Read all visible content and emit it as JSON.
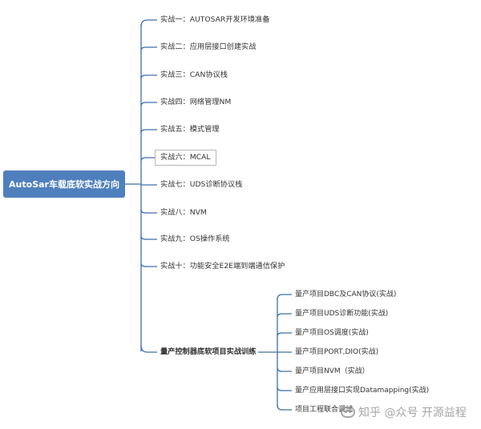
{
  "root": {
    "label": "AutoSar车载底软实战方向"
  },
  "branches": [
    {
      "label": "实战一：AUTOSAR开发环境准备"
    },
    {
      "label": "实战二：应用层接口创建实战"
    },
    {
      "label": "实战三：CAN协议栈"
    },
    {
      "label": "实战四：网络管理NM"
    },
    {
      "label": "实战五：模式管理"
    },
    {
      "label": "实战六：MCAL"
    },
    {
      "label": "实战七：UDS诊断协议栈"
    },
    {
      "label": "实战八：NVM"
    },
    {
      "label": "实战九：OS操作系统"
    },
    {
      "label": "实战十：功能安全E2E端到端通信保护"
    }
  ],
  "training": {
    "label": "量产控制器底软项目实战训练",
    "children": [
      {
        "label": "量产项目DBC及CAN协议(实战)"
      },
      {
        "label": "量产项目UDS诊断功能(实战)"
      },
      {
        "label": "量产项目OS调度(实战)"
      },
      {
        "label": "量产项目PORT,DIO(实战)"
      },
      {
        "label": "量产项目NVM（实战）"
      },
      {
        "label": "量产应用层接口实现Datamapping(实战)"
      },
      {
        "label": "项目工程联合调试"
      }
    ]
  },
  "watermark": {
    "text": "知乎 @众号 开源益程"
  },
  "colors": {
    "root_fill": "#4f7fbd",
    "connector": "#3d6fa8"
  }
}
